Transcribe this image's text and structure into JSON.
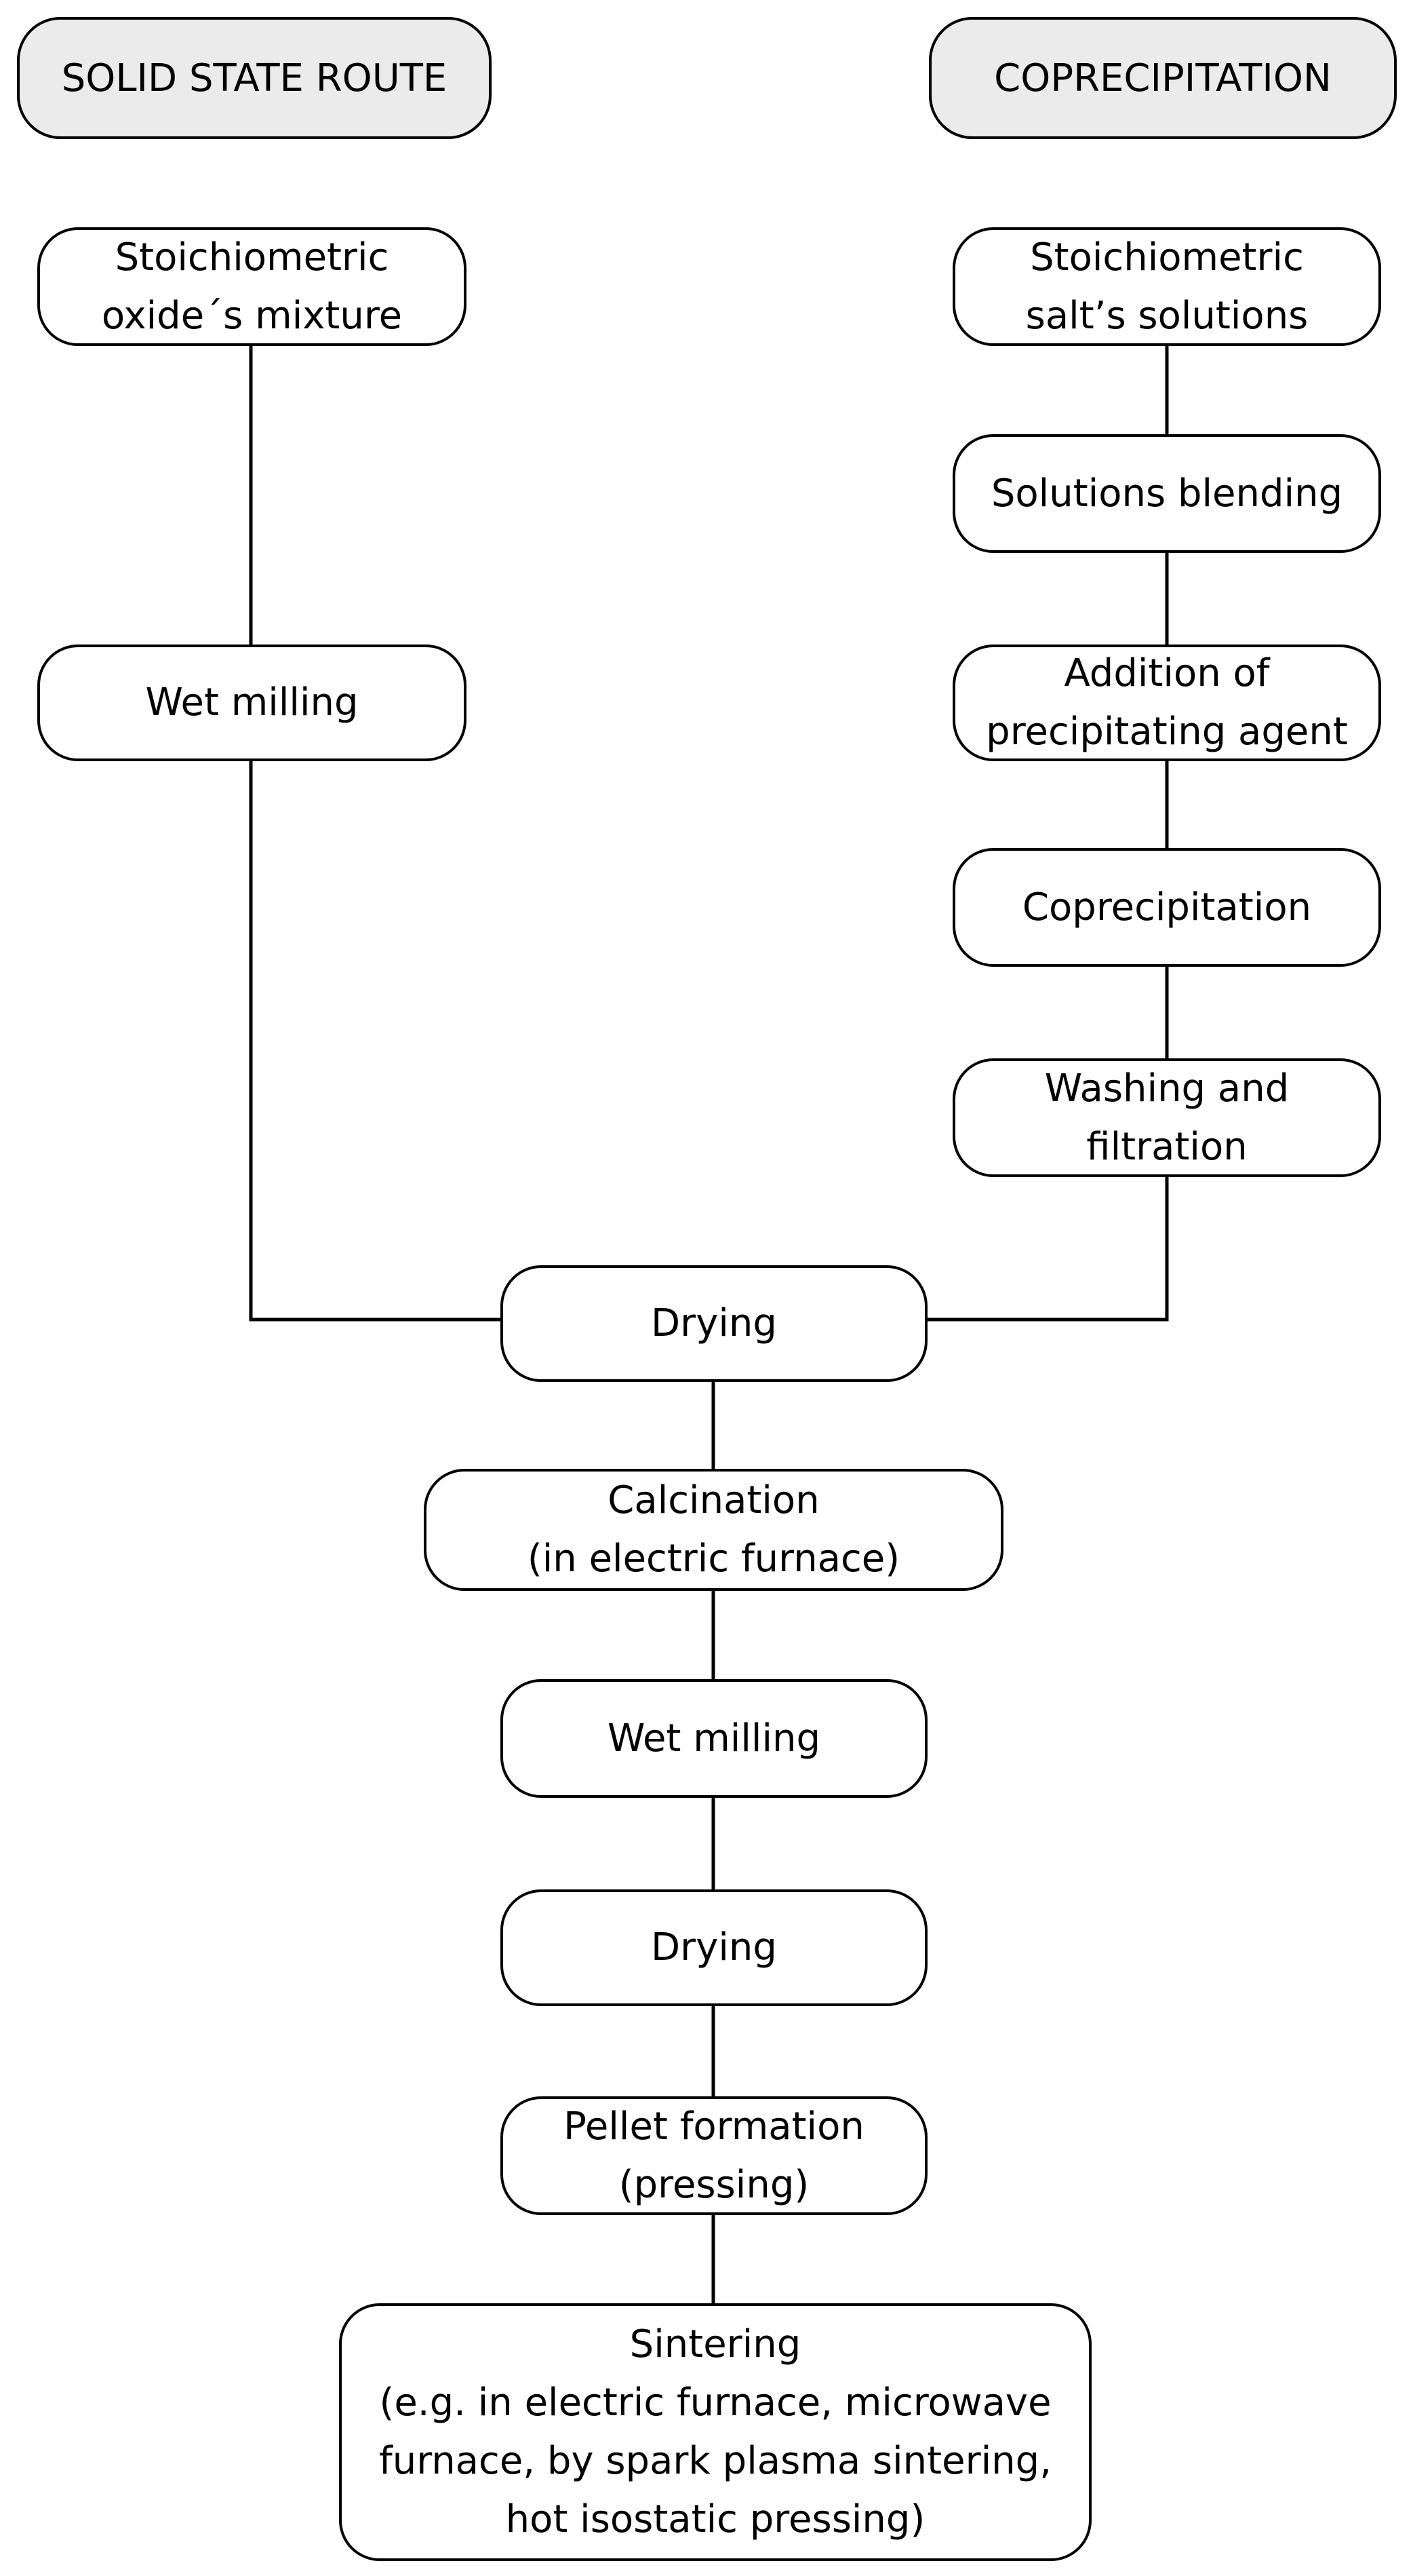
{
  "headers": {
    "solid_state": "SOLID STATE ROUTE",
    "coprecipitation": "COPRECIPITATION"
  },
  "solid_state_steps": {
    "oxides": "Stoichiometric\noxide´s mixture",
    "wet_milling": "Wet milling"
  },
  "coprecipitation_steps": {
    "salts": "Stoichiometric\nsalt’s solutions",
    "blending": "Solutions blending",
    "agent": "Addition of\nprecipitating agent",
    "coprecipitation": "Coprecipitation",
    "washing": "Washing and\nfiltration"
  },
  "common_steps": {
    "drying_1": "Drying",
    "calcination": "Calcination\n(in electric furnace)",
    "wet_milling": "Wet milling",
    "drying_2": "Drying",
    "pellet": "Pellet formation\n(pressing)",
    "sintering": "Sintering\n(e.g. in electric furnace, microwave\nfurnace, by spark plasma sintering,\nhot isostatic pressing)"
  },
  "colors": {
    "line": "#000000",
    "header_fill": "#ebebeb",
    "box_fill": "#ffffff"
  }
}
